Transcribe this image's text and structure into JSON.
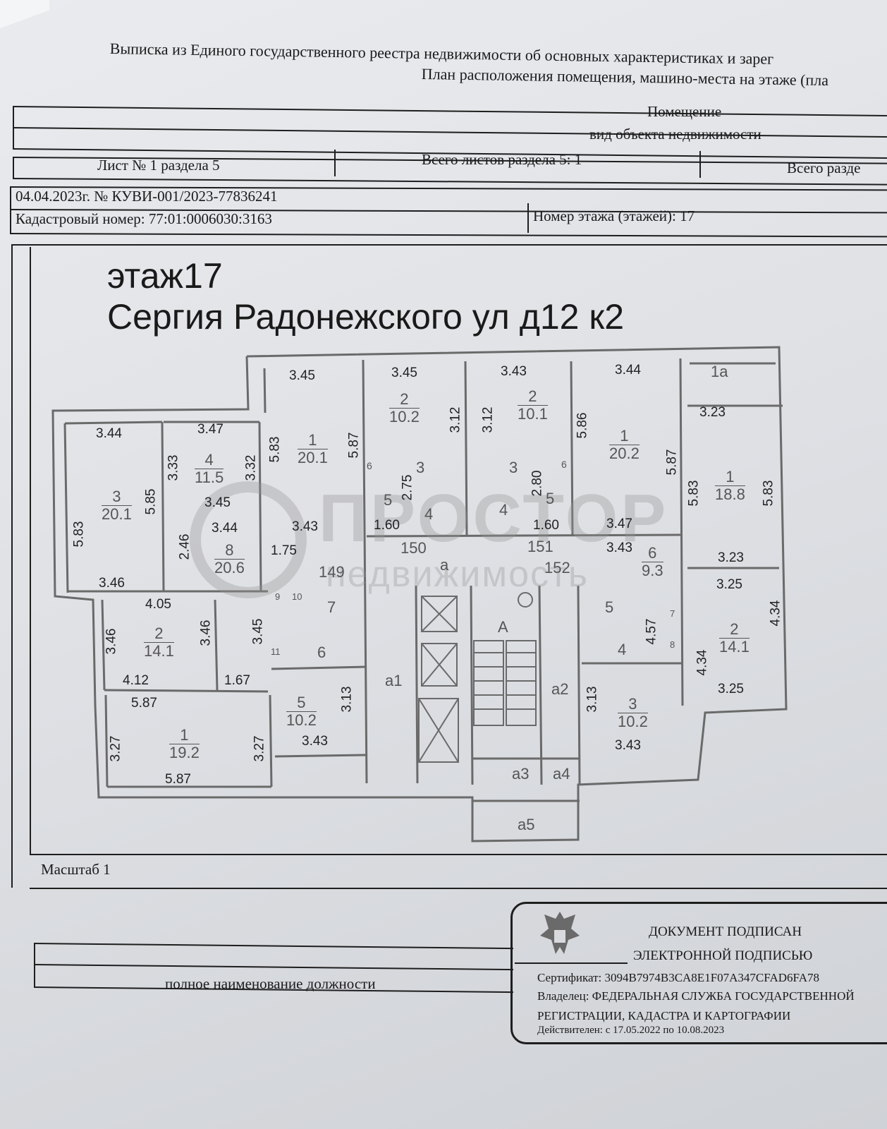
{
  "header": {
    "line1": "Выписка из Единого государственного реестра недвижимости об основных характеристиках и зарег",
    "line2": "План расположения помещения, машино-места на этаже (пла"
  },
  "object": {
    "type_value": "Помещение",
    "type_caption": "вид объекта недвижимости"
  },
  "sheets": {
    "sheet": "Лист № 1 раздела 5",
    "total_section": "Всего листов раздела 5: 1",
    "total_cut": "Всего разде"
  },
  "record": {
    "date_number": "04.04.2023г. № КУВИ-001/2023-77836241",
    "cadastral": "Кадастровый номер: 77:01:0006030:3163",
    "floor": "Номер этажа (этажей): 17"
  },
  "plan": {
    "floor_title": "этаж17",
    "address": "Сергия Радонежского ул д12 к2",
    "watermark_main": "ПРОСТОР",
    "watermark_sub": "недвижимость",
    "dims": {
      "d1": "3.45",
      "d2": "3.45",
      "d3": "3.43",
      "d4": "3.44",
      "d5": "3.44",
      "d6": "3.47",
      "d7": "3.33",
      "d8": "3.32",
      "d9": "5.83",
      "d10": "5.87",
      "d11": "3.12",
      "d12": "3.12",
      "d13": "5.86",
      "d14": "5.87",
      "d15": "3.23",
      "d16": "5.83",
      "d17": "5.83",
      "d18": "5.85",
      "d19": "5.83",
      "d20": "3.45",
      "d21": "3.44",
      "d22": "3.43",
      "d23": "2.75",
      "d24": "2.80",
      "d25": "1.60",
      "d26": "1.60",
      "d27": "3.47",
      "d28": "2.46",
      "d29": "1.75",
      "d30": "3.43",
      "d31": "3.23",
      "d32": "3.46",
      "d33": "3.25",
      "d34": "4.05",
      "d35": "3.46",
      "d36": "3.46",
      "d37": "3.45",
      "d38": "4.57",
      "d39": "4.34",
      "d40": "4.34",
      "d41": "4.12",
      "d42": "1.67",
      "d43": "3.13",
      "d44": "3.13",
      "d45": "3.25",
      "d46": "5.87",
      "d47": "3.27",
      "d48": "3.27",
      "d49": "3.43",
      "d50": "3.43",
      "d51": "5.87"
    },
    "rooms": {
      "r1": {
        "n": "1",
        "a": "20.1"
      },
      "r2": {
        "n": "2",
        "a": "10.2"
      },
      "r3": {
        "n": "2",
        "a": "10.1"
      },
      "r4": {
        "n": "1",
        "a": "20.2"
      },
      "r5": {
        "n": "1",
        "a": "18.8"
      },
      "r6": {
        "n": "4",
        "a": "11.5"
      },
      "r7": {
        "n": "3",
        "a": "20.1"
      },
      "r8": {
        "n": "8",
        "a": "20.6"
      },
      "r9": {
        "n": "6",
        "a": "9.3"
      },
      "r10": {
        "n": "2",
        "a": "14.1"
      },
      "r11": {
        "n": "2",
        "a": "14.1"
      },
      "r12": {
        "n": "5",
        "a": "10.2"
      },
      "r13": {
        "n": "3",
        "a": "10.2"
      },
      "r14": {
        "n": "1",
        "a": "19.2"
      }
    },
    "labels": {
      "l1a": "1а",
      "l150": "150",
      "l151": "151",
      "l152": "152",
      "l149": "149",
      "la": "а",
      "la1": "а1",
      "la2": "а2",
      "la3": "а3",
      "la4": "а4",
      "la5": "а5",
      "lA": "А",
      "l3a": "3",
      "l3b": "3",
      "l4a": "4",
      "l4b": "4",
      "l5a": "5",
      "l5b": "5",
      "l6a": "6",
      "l6b": "6",
      "l7a": "7",
      "l5c": "5",
      "l4c": "4",
      "l6c": "6",
      "l7b": "7",
      "l8": "8",
      "l9": "9",
      "l10": "10",
      "l11": "11"
    },
    "scale": "Масштаб 1"
  },
  "footer": {
    "position_caption": "полное наименование должности",
    "signed_line1": "ДОКУМЕНТ ПОДПИСАН",
    "signed_line2": "ЭЛЕКТРОННОЙ ПОДПИСЬЮ",
    "certificate": "Сертификат: 3094B7974B3CA8E1F07A347CFAD6FA78",
    "owner1": "Владелец: ФЕДЕРАЛЬНАЯ СЛУЖБА ГОСУДАРСТВЕННОЙ",
    "owner2": "РЕГИСТРАЦИИ, КАДАСТРА И КАРТОГРАФИИ",
    "valid": "Действителен: с 17.05.2022 по 10.08.2023"
  }
}
